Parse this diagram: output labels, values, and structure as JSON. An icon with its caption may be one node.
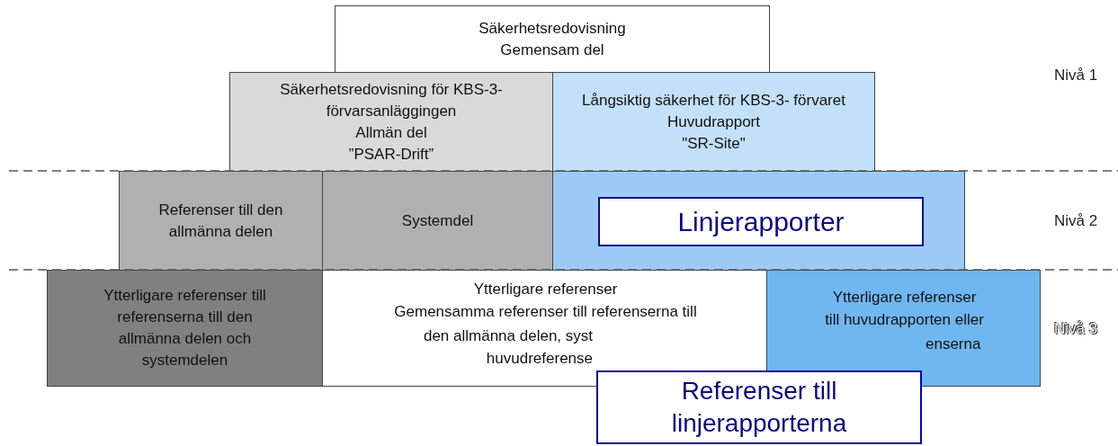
{
  "diagram": {
    "nodes": [
      {
        "text": [
          "Säkerhetsredovisning",
          "Gemensam del"
        ]
      },
      {
        "text": [
          "Säkerhetsredovisning för KBS-3- förvarsanläggingen",
          "Allmän del",
          "”PSAR-Drift”"
        ]
      },
      {
        "text": [
          "Långsiktig säkerhet för KBS-3- förvaret",
          "Huvudrapport",
          "\"SR-Site\""
        ]
      },
      {
        "text": [
          "Referenser till den allmänna delen"
        ]
      },
      {
        "text": [
          "Systemdel"
        ]
      },
      {
        "text": [],
        "shape": "box"
      },
      {
        "text": [
          "Linjerapporter"
        ],
        "in": 5
      },
      {
        "text": [
          "Ytterligare referenser till referenserna till den allmänna delen och systemdelen"
        ]
      },
      {
        "text": [
          "Ytterligare referenser",
          "Gemensamma referenser till referenserna till",
          "den allmänna delen, syst huvudreferense"
        ]
      },
      {
        "text": [
          "Ytterligare referenser",
          "till huvudrapporten eller",
          "enserna"
        ]
      },
      {
        "text": [
          "Referenser till linjerapporterna"
        ]
      }
    ],
    "labels": [
      "Nivå 1",
      "Nivå 2",
      "Nivå 3"
    ]
  }
}
